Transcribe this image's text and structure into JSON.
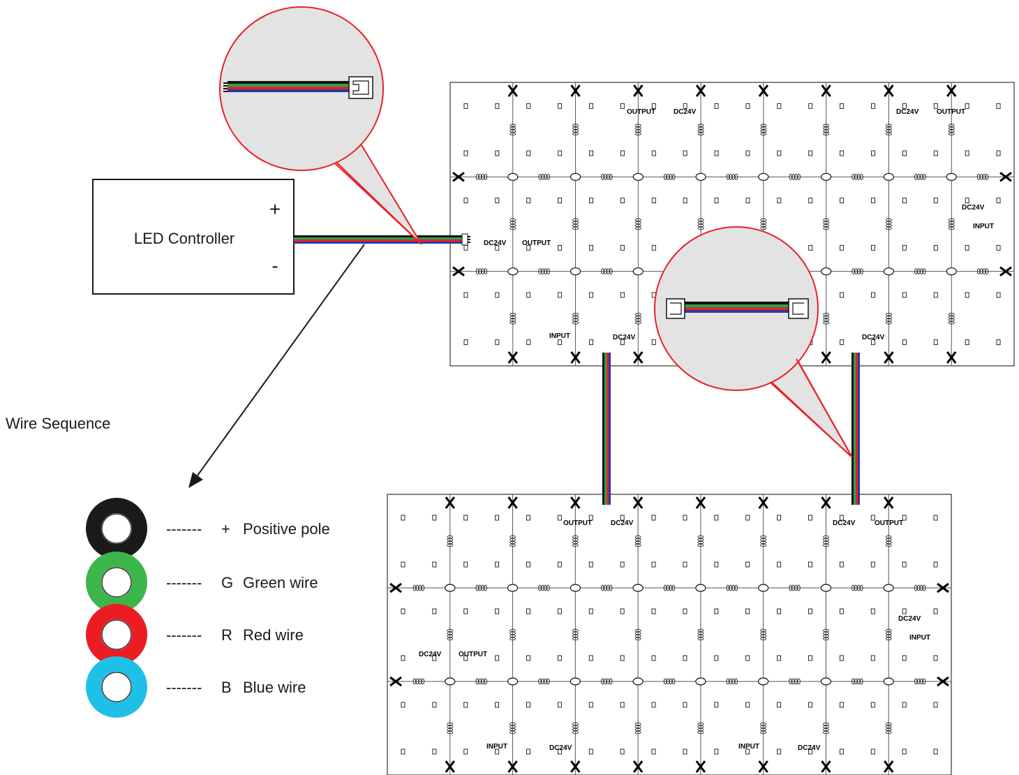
{
  "controller": {
    "title": "LED Controller",
    "plus": "+",
    "minus": "-"
  },
  "wire_sequence_title": "Wire Sequence",
  "legend": [
    {
      "dash": "-------",
      "symbol": "+",
      "label": "Positive pole",
      "color": "#1a1a1a"
    },
    {
      "dash": "-------",
      "symbol": "G",
      "label": "Green wire",
      "color": "#3db649"
    },
    {
      "dash": "-------",
      "symbol": "R",
      "label": "Red wire",
      "color": "#ec1c24"
    },
    {
      "dash": "-------",
      "symbol": "B",
      "label": "Blue wire",
      "color": "#1ec0e8"
    }
  ],
  "board_labels": {
    "input": "INPUT",
    "output": "OUTPUT",
    "dc24v": "DC24V"
  },
  "colors": {
    "wire_black": "#111111",
    "wire_green": "#23a84b",
    "wire_red": "#e8202a",
    "wire_blue": "#2b3a9e",
    "callout_fill": "#e3e3e3",
    "callout_stroke": "#e8202a"
  }
}
